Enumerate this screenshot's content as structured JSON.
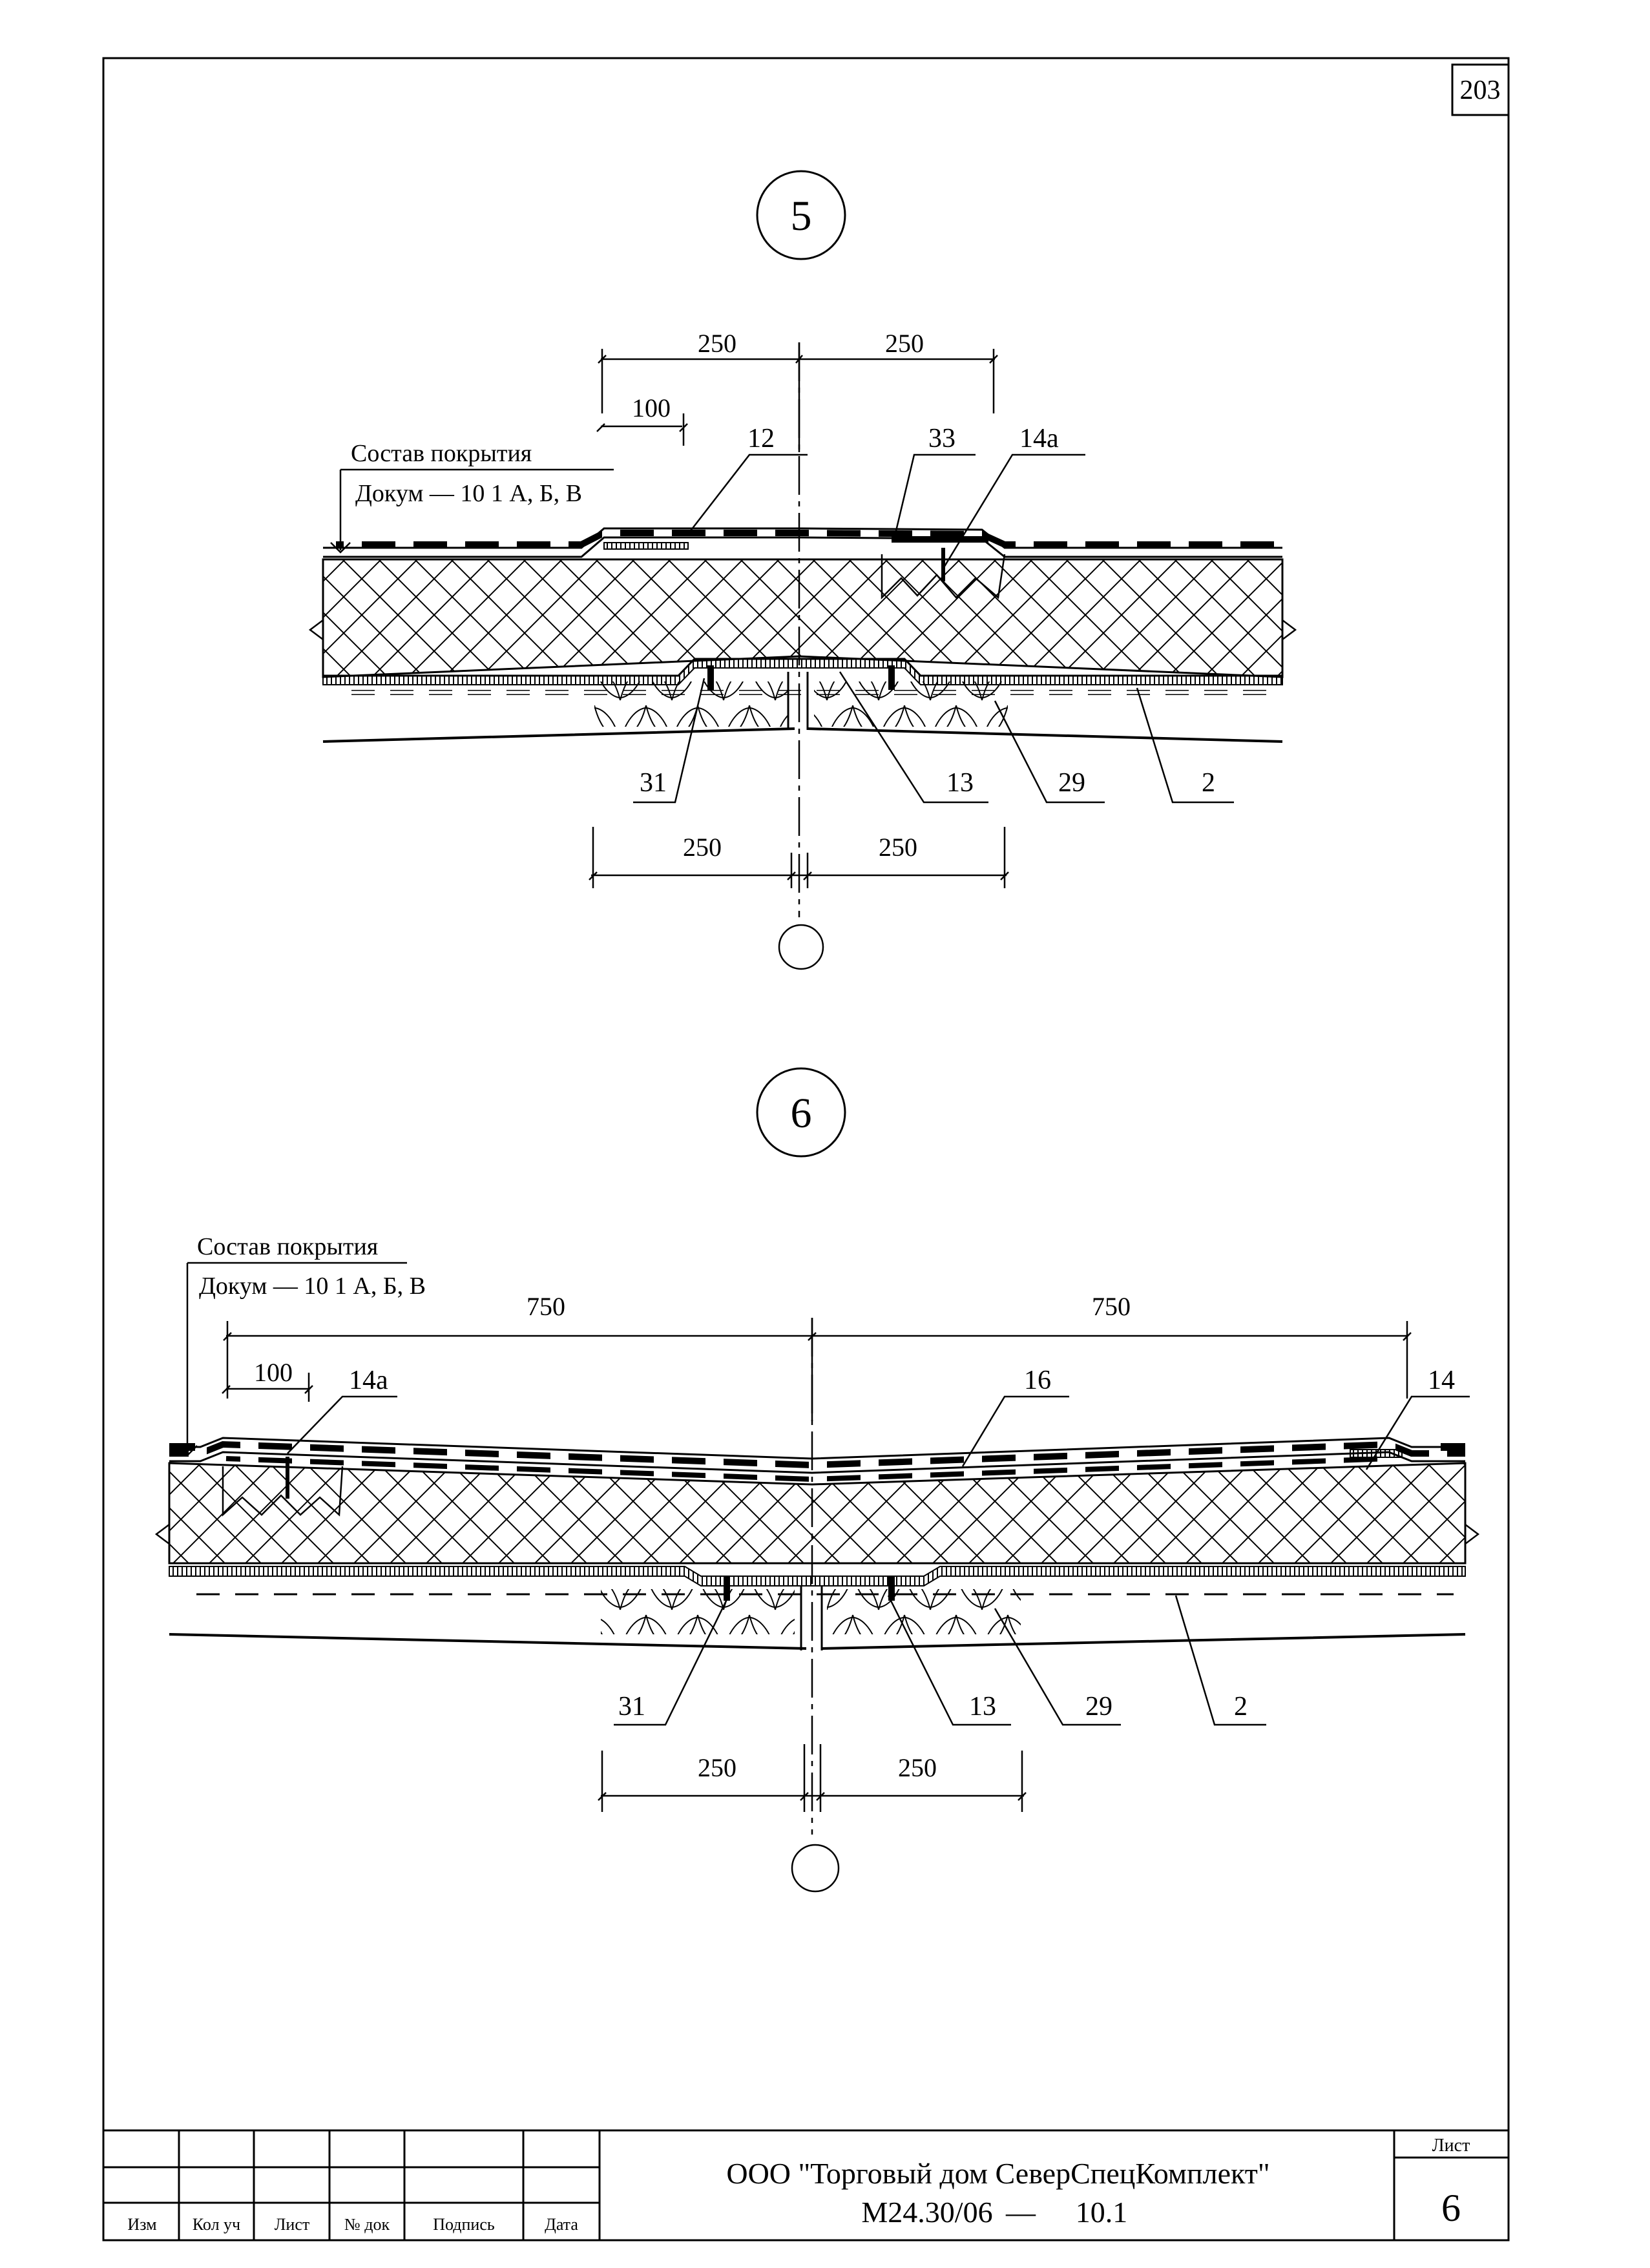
{
  "sheet": {
    "page_number": "203",
    "title_block": {
      "company": "ООО \"Торговый дом СеверСпецКомплект\"",
      "doc_code": "М24.30/06",
      "dash": "—",
      "section": "10.1",
      "sheet_label": "Лист",
      "sheet_number": "6",
      "cols": [
        "Изм",
        "Кол уч",
        "Лист",
        "№ док",
        "Подпись",
        "Дата"
      ]
    }
  },
  "detail5": {
    "number": "5",
    "dims_top": [
      "250",
      "250"
    ],
    "dim_100": "100",
    "composition_title": "Состав покрытия",
    "composition_ref": "Докум — 10 1 А, Б, В",
    "callouts_top": [
      "12",
      "33",
      "14а"
    ],
    "callouts_bottom": [
      "31",
      "13",
      "29",
      "2"
    ],
    "dims_bottom": [
      "250",
      "250"
    ]
  },
  "detail6": {
    "number": "6",
    "composition_title": "Состав покрытия",
    "composition_ref": "Докум — 10 1 А, Б, В",
    "dims_top": [
      "750",
      "750"
    ],
    "dim_100": "100",
    "callouts_top": [
      "14а",
      "16",
      "14"
    ],
    "callouts_bottom": [
      "31",
      "13",
      "29",
      "2"
    ],
    "dims_bottom": [
      "250",
      "250"
    ]
  }
}
